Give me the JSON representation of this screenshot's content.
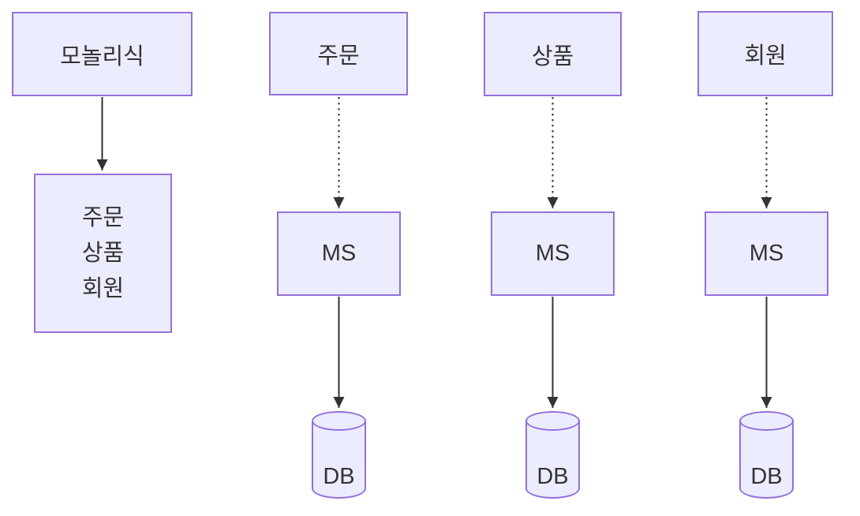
{
  "diagram": {
    "type": "flowchart",
    "background": "#ffffff",
    "node_fill": "#ECECFF",
    "node_border": "#9370DB",
    "text_color": "#333333",
    "arrow_color": "#333333",
    "monolith": {
      "label": "모놀리식",
      "modules": [
        "주문",
        "상품",
        "회원"
      ]
    },
    "services": [
      {
        "label": "주문",
        "ms_label": "MS",
        "db_label": "DB"
      },
      {
        "label": "상품",
        "ms_label": "MS",
        "db_label": "DB"
      },
      {
        "label": "회원",
        "ms_label": "MS",
        "db_label": "DB"
      }
    ]
  }
}
